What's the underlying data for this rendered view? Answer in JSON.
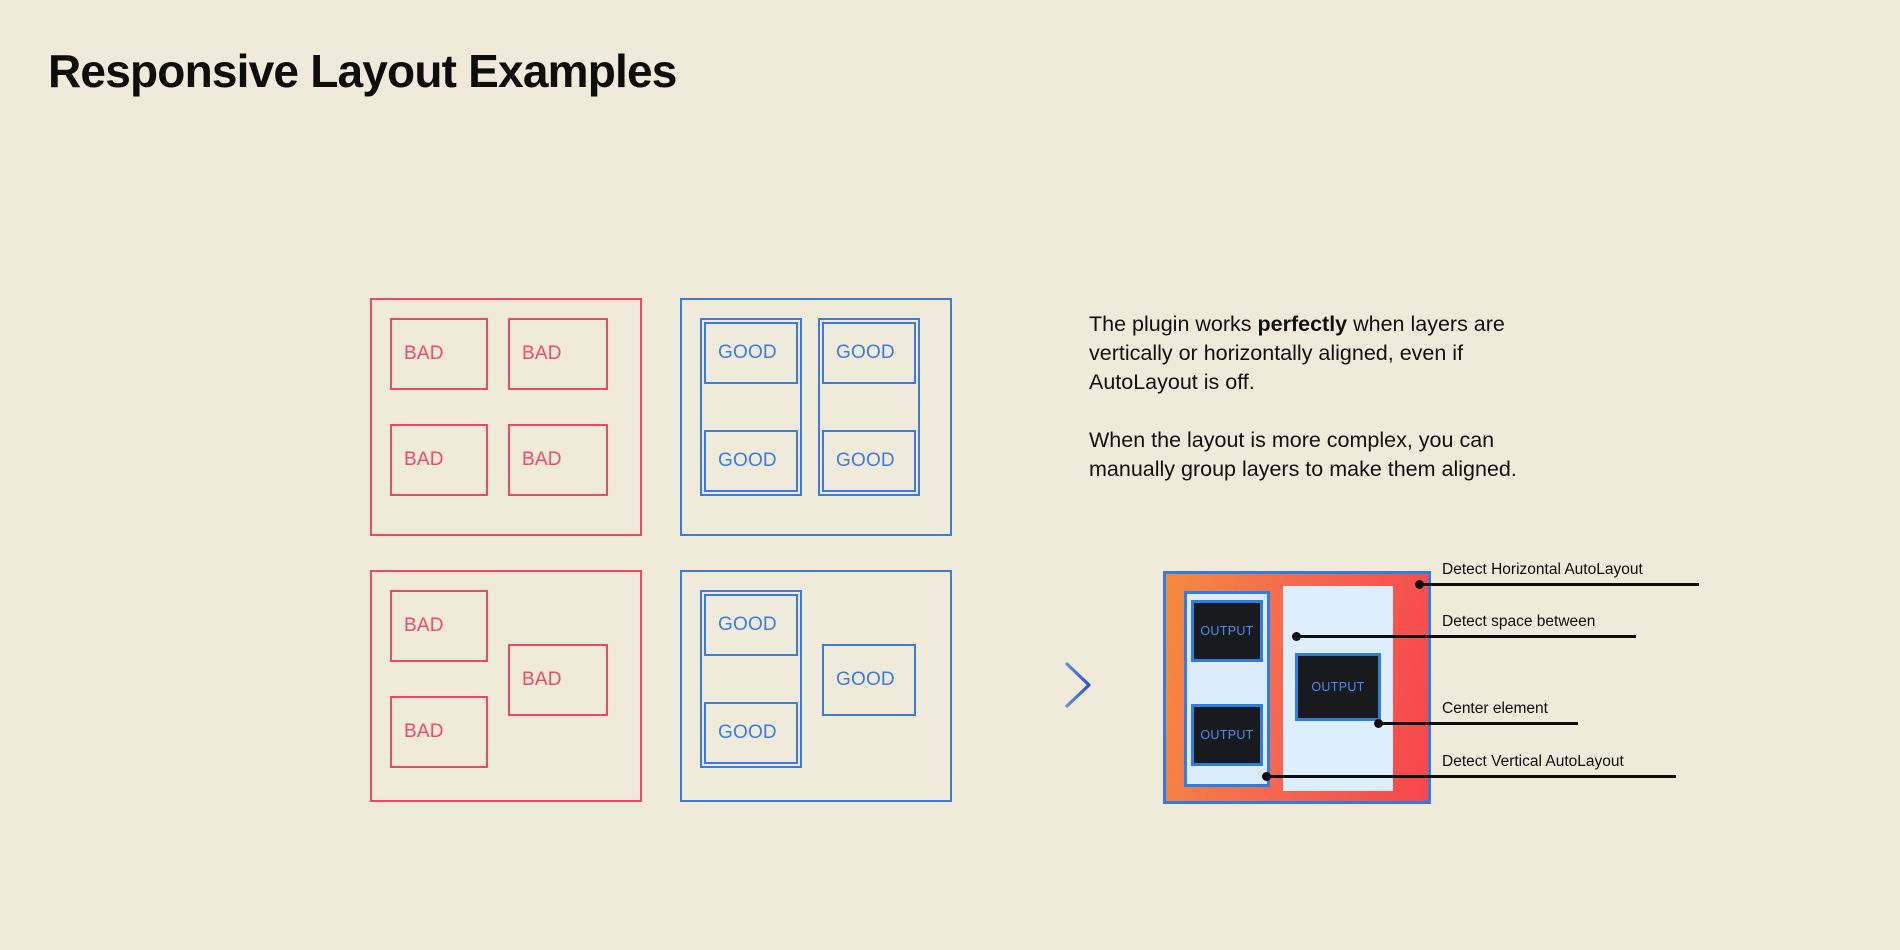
{
  "page": {
    "title": "Responsive Layout Examples",
    "background_color": "#f0eada",
    "bad_color": "#ef4a63",
    "good_color": "#3b7ce0",
    "text_color": "#0d0d0d"
  },
  "panels": {
    "bad_grid": {
      "label": "bad-aligned-grid",
      "boxes": [
        {
          "label": "BAD"
        },
        {
          "label": "BAD"
        },
        {
          "label": "BAD"
        },
        {
          "label": "BAD"
        }
      ]
    },
    "good_grid": {
      "label": "good-grouped-grid",
      "boxes": [
        {
          "label": "GOOD"
        },
        {
          "label": "GOOD"
        },
        {
          "label": "GOOD"
        },
        {
          "label": "GOOD"
        }
      ]
    },
    "bad_mixed": {
      "label": "bad-complex-layout",
      "boxes": [
        {
          "label": "BAD"
        },
        {
          "label": "BAD"
        },
        {
          "label": "BAD"
        }
      ]
    },
    "good_mixed": {
      "label": "good-complex-layout",
      "boxes": [
        {
          "label": "GOOD"
        },
        {
          "label": "GOOD"
        },
        {
          "label": "GOOD"
        }
      ]
    }
  },
  "description": {
    "paragraph_1": {
      "before": "The plugin works ",
      "emphasis": "perfectly",
      "after": " when layers are vertically or horizontally aligned, even if AutoLayout is off."
    },
    "paragraph_2": "When the layout is more complex, you can manually group layers to make them aligned."
  },
  "flow": {
    "arrow_icon": "dashed-arrow-right-icon"
  },
  "result_diagram": {
    "frame_gradient_from": "#f58a3e",
    "frame_gradient_to": "#f8464c",
    "frame_stroke": "#2f7de1",
    "group_fill": "#dcecfb",
    "output_boxes": [
      {
        "label": "OUTPUT"
      },
      {
        "label": "OUTPUT"
      },
      {
        "label": "OUTPUT"
      }
    ],
    "callouts": [
      {
        "label": "Detect Horizontal AutoLayout"
      },
      {
        "label": "Detect space between"
      },
      {
        "label": "Center element"
      },
      {
        "label": "Detect Vertical AutoLayout"
      }
    ]
  }
}
